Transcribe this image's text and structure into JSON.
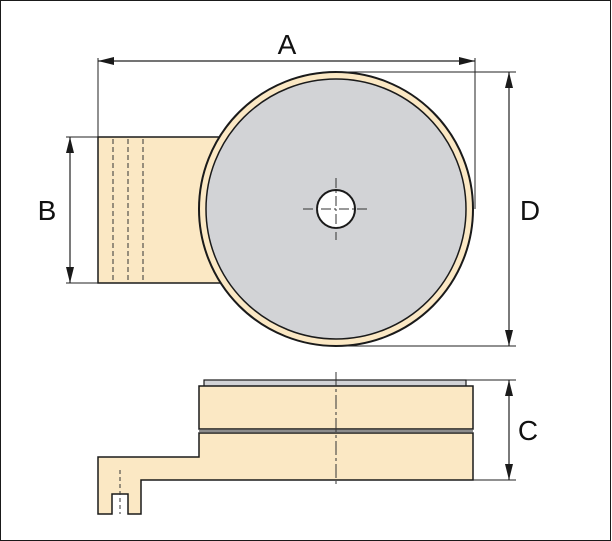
{
  "labels": {
    "A": "A",
    "B": "B",
    "C": "C",
    "D": "D"
  },
  "colors": {
    "body_fill": "#fbe8c4",
    "disc_fill": "#d2d3d6",
    "outline": "#1a1a1a",
    "dim_line": "#222222",
    "background": "#ffffff"
  }
}
